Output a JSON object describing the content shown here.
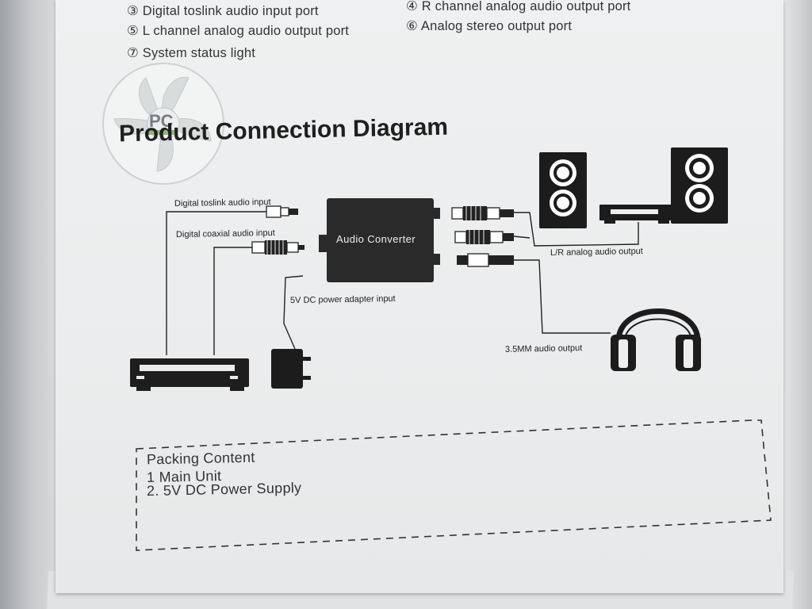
{
  "legend": {
    "item3": "③ Digital toslink audio input port",
    "item4": "④ R channel analog audio output port",
    "item5": "⑤ L channel analog audio output port",
    "item6": "⑥ Analog stereo output port",
    "item7": "⑦ System status light"
  },
  "heading": "Product Connection Diagram",
  "watermark_text": "PC",
  "diagram": {
    "converter_label": "Audio Converter",
    "toslink_input": "Digital toslink audio input",
    "coaxial_input": "Digital coaxial audio input",
    "power_input": "5V DC power adapter input",
    "lr_output": "L/R analog audio output",
    "headphone_output": "3.5MM audio output"
  },
  "packing": {
    "title": "Packing Content",
    "item1": "1  Main Unit",
    "item2": "2. 5V DC Power Supply"
  }
}
